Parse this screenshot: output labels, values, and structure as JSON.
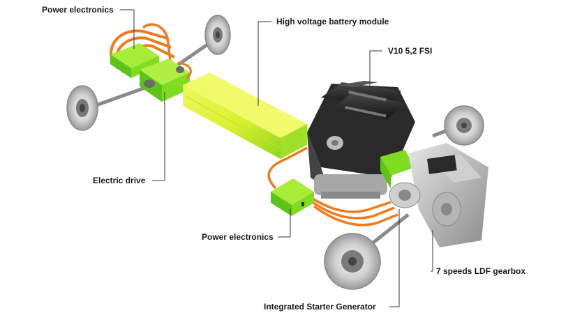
{
  "labels": {
    "power_electronics_top": "Power electronics",
    "high_voltage_battery": "High voltage battery module",
    "engine": "V10 5,2 FSI",
    "electric_drive": "Electric drive",
    "power_electronics_bottom": "Power electronics",
    "gearbox": "7 speeds LDF gearbox",
    "starter_generator": "Integrated Starter Generator"
  },
  "colors": {
    "component_green": "#7fdc1e",
    "battery_yellow": "#e4f53a",
    "cable_orange": "#f07a1a",
    "engine_dark": "#2a2a2a",
    "metal": "#b9b9b9",
    "leader_line": "#333333"
  }
}
